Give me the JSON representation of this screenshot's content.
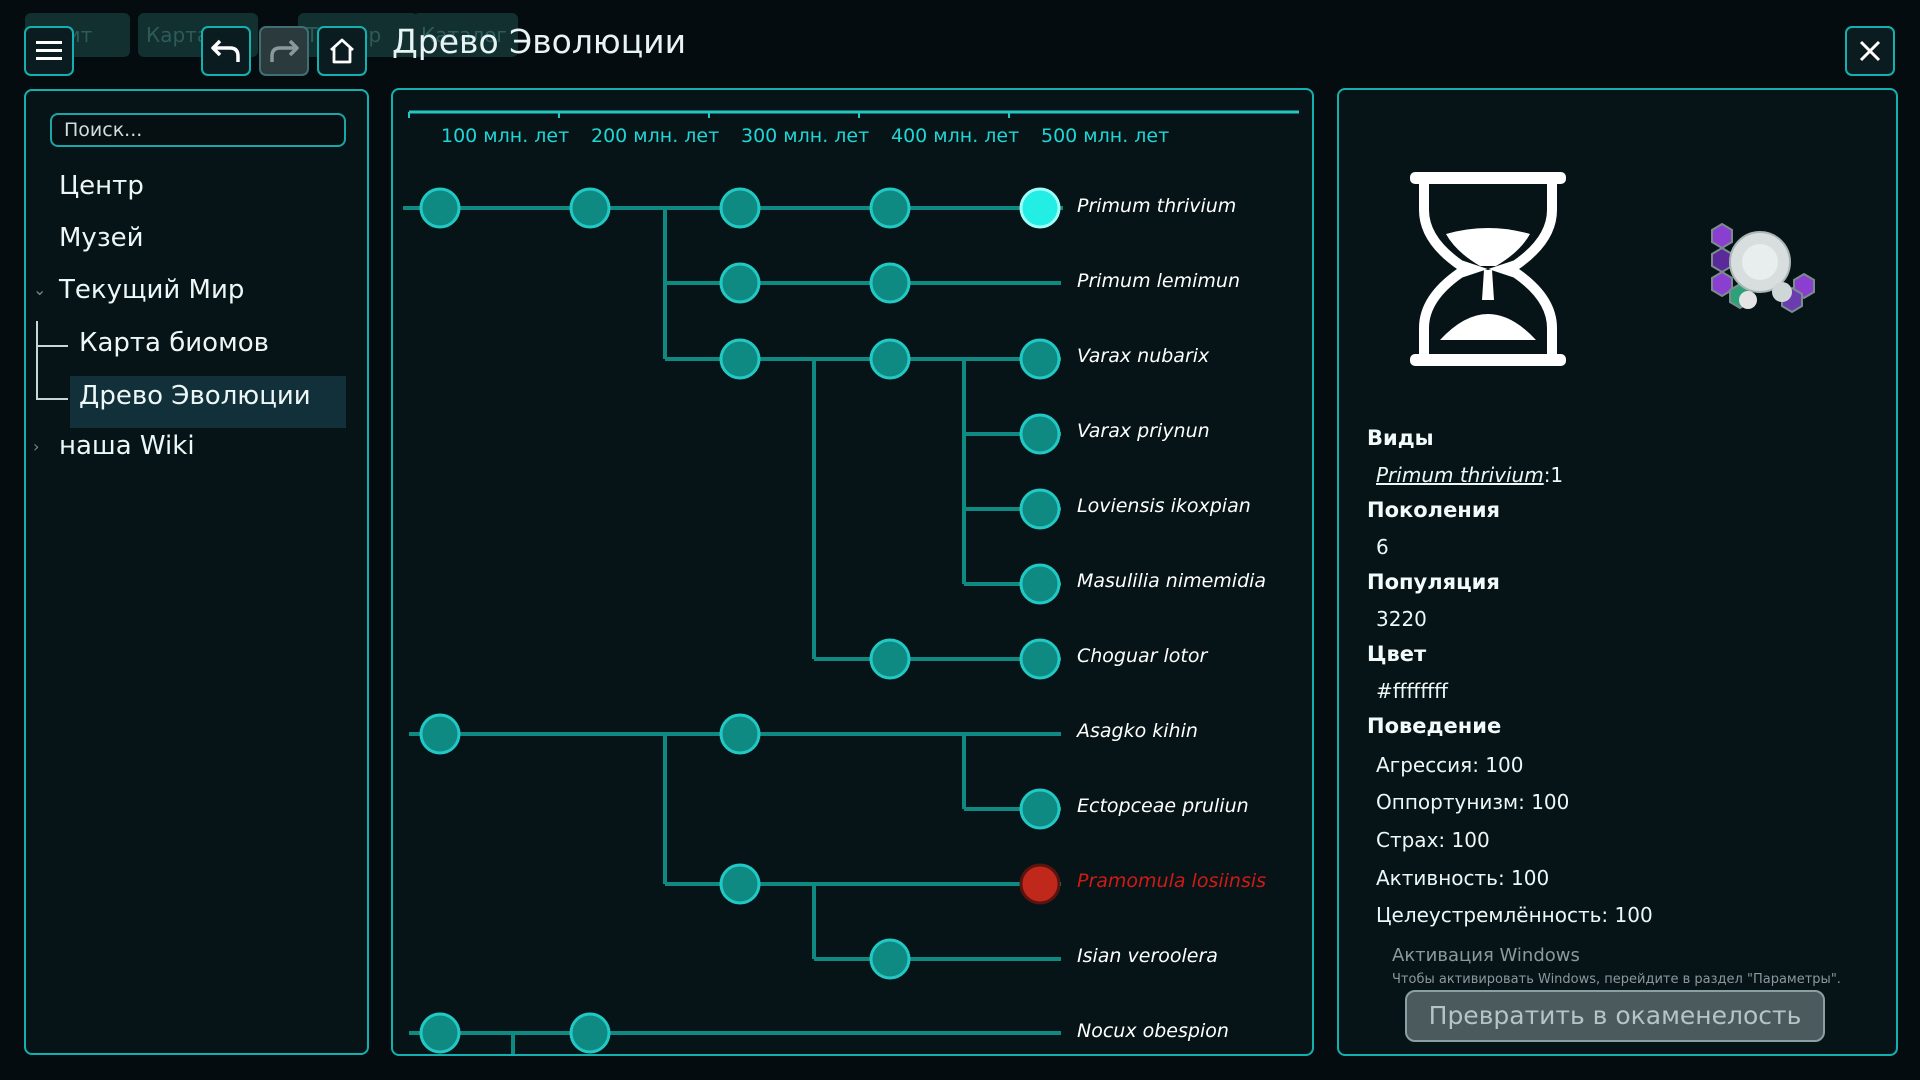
{
  "window": {
    "title": "Древо Эволюции",
    "accent_color": "#14b0b0"
  },
  "background_tabs": [
    "Юнит",
    "Карта",
    "Тейлор",
    "Каталог"
  ],
  "toolbar": {
    "menu_icon": "hamburger-menu-icon",
    "undo_icon": "undo-arrow-icon",
    "redo_icon": "redo-arrow-icon",
    "home_icon": "home-icon",
    "close_icon": "close-icon"
  },
  "sidebar": {
    "search_placeholder": "Поиск...",
    "items": [
      {
        "label": "Центр"
      },
      {
        "label": "Музей"
      },
      {
        "label": "Текущий Мир",
        "expanded": true
      },
      {
        "label": "Карта биомов"
      },
      {
        "label": "Древо Эволюции",
        "selected": true
      },
      {
        "label": "наша Wiki",
        "expanded": false
      }
    ]
  },
  "timeline": {
    "labels": [
      "100 млн. лет",
      "200 млн. лет",
      "300 млн. лет",
      "400 млн. лет",
      "500 млн. лет"
    ]
  },
  "tree": {
    "colors": {
      "node": "#0e8a82",
      "node_border": "#22c9c4",
      "selected": "#22eee6",
      "extinct": "#c0281c",
      "extinct_label": "#d01a14"
    },
    "species": [
      {
        "name": "Primum thrivium",
        "status": "selected"
      },
      {
        "name": "Primum lemimun",
        "status": "alive"
      },
      {
        "name": "Varax nubarix",
        "status": "alive"
      },
      {
        "name": "Varax priynun",
        "status": "alive"
      },
      {
        "name": "Loviensis ikoxpian",
        "status": "alive"
      },
      {
        "name": "Masulilia nimemidia",
        "status": "alive"
      },
      {
        "name": "Choguar lotor",
        "status": "alive"
      },
      {
        "name": "Asagko kihin",
        "status": "alive"
      },
      {
        "name": "Ectopceae pruliun",
        "status": "alive"
      },
      {
        "name": "Pramomula losiinsis",
        "status": "extinct"
      },
      {
        "name": "Isian veroolera",
        "status": "alive"
      },
      {
        "name": "Nocux obespion",
        "status": "alive"
      }
    ]
  },
  "details": {
    "hourglass_icon": "hourglass-icon",
    "creature_icon": "creature-portrait-icon",
    "species_header": "Виды",
    "species_link": "Primum thrivium",
    "species_count": ":1",
    "generations_header": "Поколения",
    "generations_value": "6",
    "population_header": "Популяция",
    "population_value": "3220",
    "color_header": "Цвет",
    "color_value": "#ffffffff",
    "behavior_header": "Поведение",
    "behavior": [
      "Агрессия: 100",
      "Оппортунизм: 100",
      "Страх: 100",
      "Активность: 100",
      "Целеустремлённость: 100"
    ],
    "fossil_button": "Превратить в окаменелость",
    "watermark_title": "Активация Windows",
    "watermark_text": "Чтобы активировать Windows, перейдите в раздел \"Параметры\"."
  }
}
